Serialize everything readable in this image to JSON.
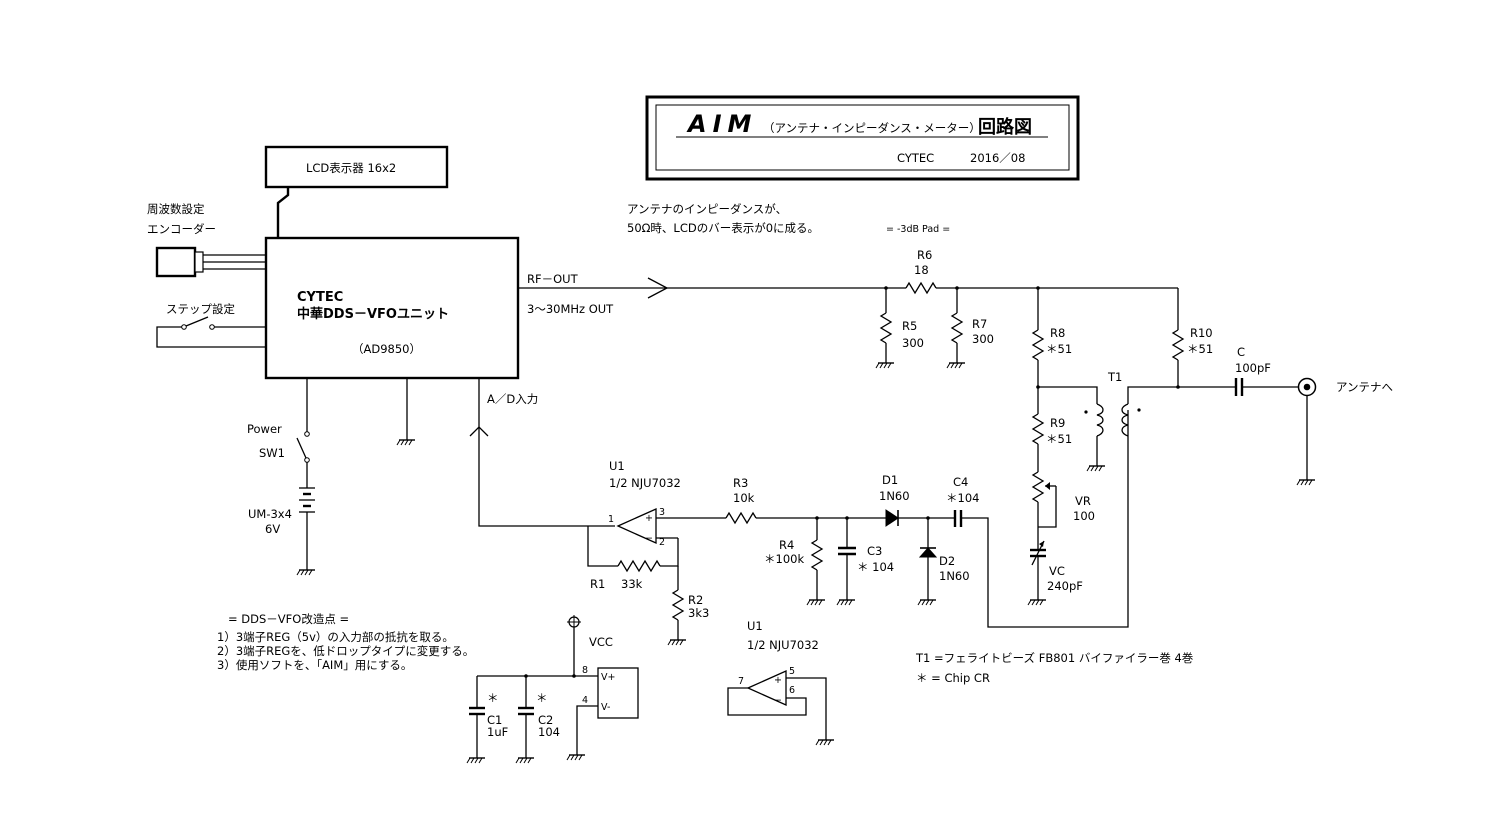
{
  "title": {
    "main": "AIM",
    "sub": "（アンテナ・インピーダンス・メーター）",
    "kanji": "回路図",
    "author": "CYTEC",
    "date": "2016／08"
  },
  "blocks": {
    "lcd": "LCD表示器  16x2",
    "encoder": [
      "周波数設定",
      "エンコーダー"
    ],
    "step": "ステップ設定",
    "vfo": [
      "CYTEC",
      "中華DDS－VFOユニット",
      "（AD9850）"
    ],
    "rf_out": "RF－OUT",
    "freq_range": "3～30MHz  OUT",
    "ad_in": "A／D入力",
    "power": "Power",
    "sw1": "SW1",
    "battery": [
      "UM-3x4",
      "6V"
    ]
  },
  "notes": {
    "antenna_note": [
      "アンテナのインピーダンスが、",
      "50Ω時、LCDのバー表示が0に成る。"
    ],
    "pad": "= -3dB Pad =",
    "mods_title": "=  DDS－VFO改造点  =",
    "mods": [
      "1）3端子REG（5v）の入力部の抵抗を取る。",
      "2）3端子REGを、低ドロップタイプに変更する。",
      "3）使用ソフトを、「AIM」用にする。"
    ],
    "t1": "T1 =フェライトビーズ  FB801  バイファイラー巻  4巻",
    "chip": "＊ = Chip CR",
    "antenna": "アンテナへ"
  },
  "parts": {
    "R6": [
      "R6",
      "18"
    ],
    "R5": [
      "R5",
      "300"
    ],
    "R7": [
      "R7",
      "300"
    ],
    "R8": [
      "R8",
      "＊51"
    ],
    "R9": [
      "R9",
      "＊51"
    ],
    "R10": [
      "R10",
      "＊51"
    ],
    "C": [
      "C",
      "100pF"
    ],
    "T1": "T1",
    "VR": [
      "VR",
      "100"
    ],
    "VC": [
      "VC",
      "240pF"
    ],
    "C4": [
      "C4",
      "＊104"
    ],
    "D1": [
      "D1",
      "1N60"
    ],
    "D2": [
      "D2",
      "1N60"
    ],
    "C3": [
      "C3",
      "＊ 104"
    ],
    "R4": [
      "R4",
      "＊100k"
    ],
    "R3": [
      "R3",
      "10k"
    ],
    "U1a": [
      "U1",
      "1/2 NJU7032"
    ],
    "R1": [
      "R1",
      "33k"
    ],
    "R2": [
      "R2",
      "3k3"
    ],
    "U1b": [
      "U1",
      "1/2 NJU7032"
    ],
    "VCC": "VCC",
    "C1": [
      "＊",
      "C1",
      "1uF"
    ],
    "C2": [
      "＊",
      "C2",
      "104"
    ],
    "pins": [
      "1",
      "2",
      "3",
      "8",
      "4",
      "5",
      "6",
      "7"
    ],
    "vplus": "V+",
    "vminus": "V-",
    "opplus": "+",
    "opminus": "−"
  }
}
